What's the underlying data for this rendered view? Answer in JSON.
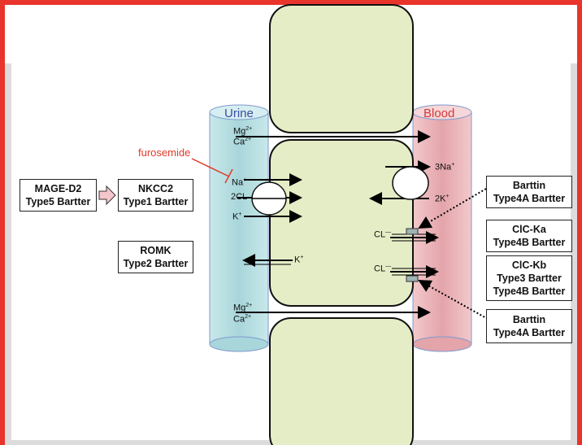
{
  "labels": {
    "urine": "Urine",
    "blood": "Blood",
    "furosemide": "furosemide",
    "mg_top": "Mg",
    "ca_top": "Ca",
    "mg_bottom": "Mg",
    "ca_bottom": "Ca",
    "charge_2plus": "2+",
    "na": "Na",
    "cl2": "2CL",
    "k": "K",
    "k_romk": "K",
    "na3": "3Na",
    "k2": "2K",
    "cl_a": "CL",
    "cl_b": "CL",
    "plus": "+",
    "minus": "—"
  },
  "boxes": {
    "mage": {
      "line1": "MAGE-D2",
      "line2": "Type5 Bartter"
    },
    "nkcc2": {
      "line1": "NKCC2",
      "line2": "Type1 Bartter"
    },
    "romk": {
      "line1": "ROMK",
      "line2": "Type2 Bartter"
    },
    "barttin_top": {
      "line1": "Barttin",
      "line2": "Type4A Bartter"
    },
    "clcka": {
      "line1": "ClC-Ka",
      "line2": "Type4B Bartter"
    },
    "clckb": {
      "line1": "ClC-Kb",
      "line2": "Type3 Bartter",
      "line3": "Type4B Bartter"
    },
    "barttin_bottom": {
      "line1": "Barttin",
      "line2": "Type4A Bartter"
    }
  },
  "colors": {
    "frame": "#e8342b",
    "cell": "#e5edc6",
    "urine_tube": "#b8dde0",
    "blood_tube": "#e7b3b8",
    "inhibitor": "#e03a2b"
  }
}
